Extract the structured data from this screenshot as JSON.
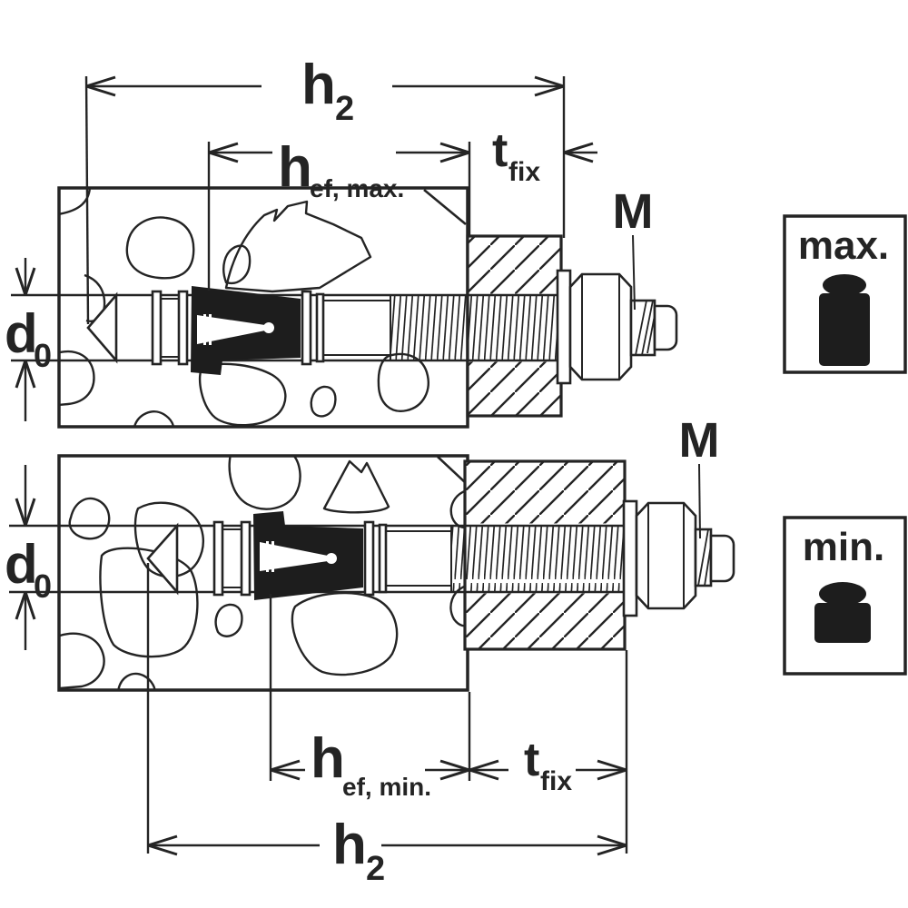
{
  "title": "Anchor bolt installation diagram (max/min embedment)",
  "colors": {
    "ink": "#242424",
    "background": "#ffffff",
    "clip_fill": "#1d1d1d"
  },
  "top_drawing": {
    "h2": {
      "main": "h",
      "sub": "2"
    },
    "hef": {
      "main": "h",
      "sub": "ef, max."
    },
    "tfix": {
      "main": "t",
      "sub": "fix"
    },
    "d0": {
      "main": "d",
      "sub": "0"
    },
    "thread_label": "M"
  },
  "bottom_drawing": {
    "h2": {
      "main": "h",
      "sub": "2"
    },
    "hef": {
      "main": "h",
      "sub": "ef, min."
    },
    "tfix": {
      "main": "t",
      "sub": "fix"
    },
    "d0": {
      "main": "d",
      "sub": "0"
    },
    "thread_label": "M"
  },
  "legend": {
    "max": {
      "label": "max.",
      "icon": "weight-icon"
    },
    "min": {
      "label": "min.",
      "icon": "weight-icon"
    }
  }
}
